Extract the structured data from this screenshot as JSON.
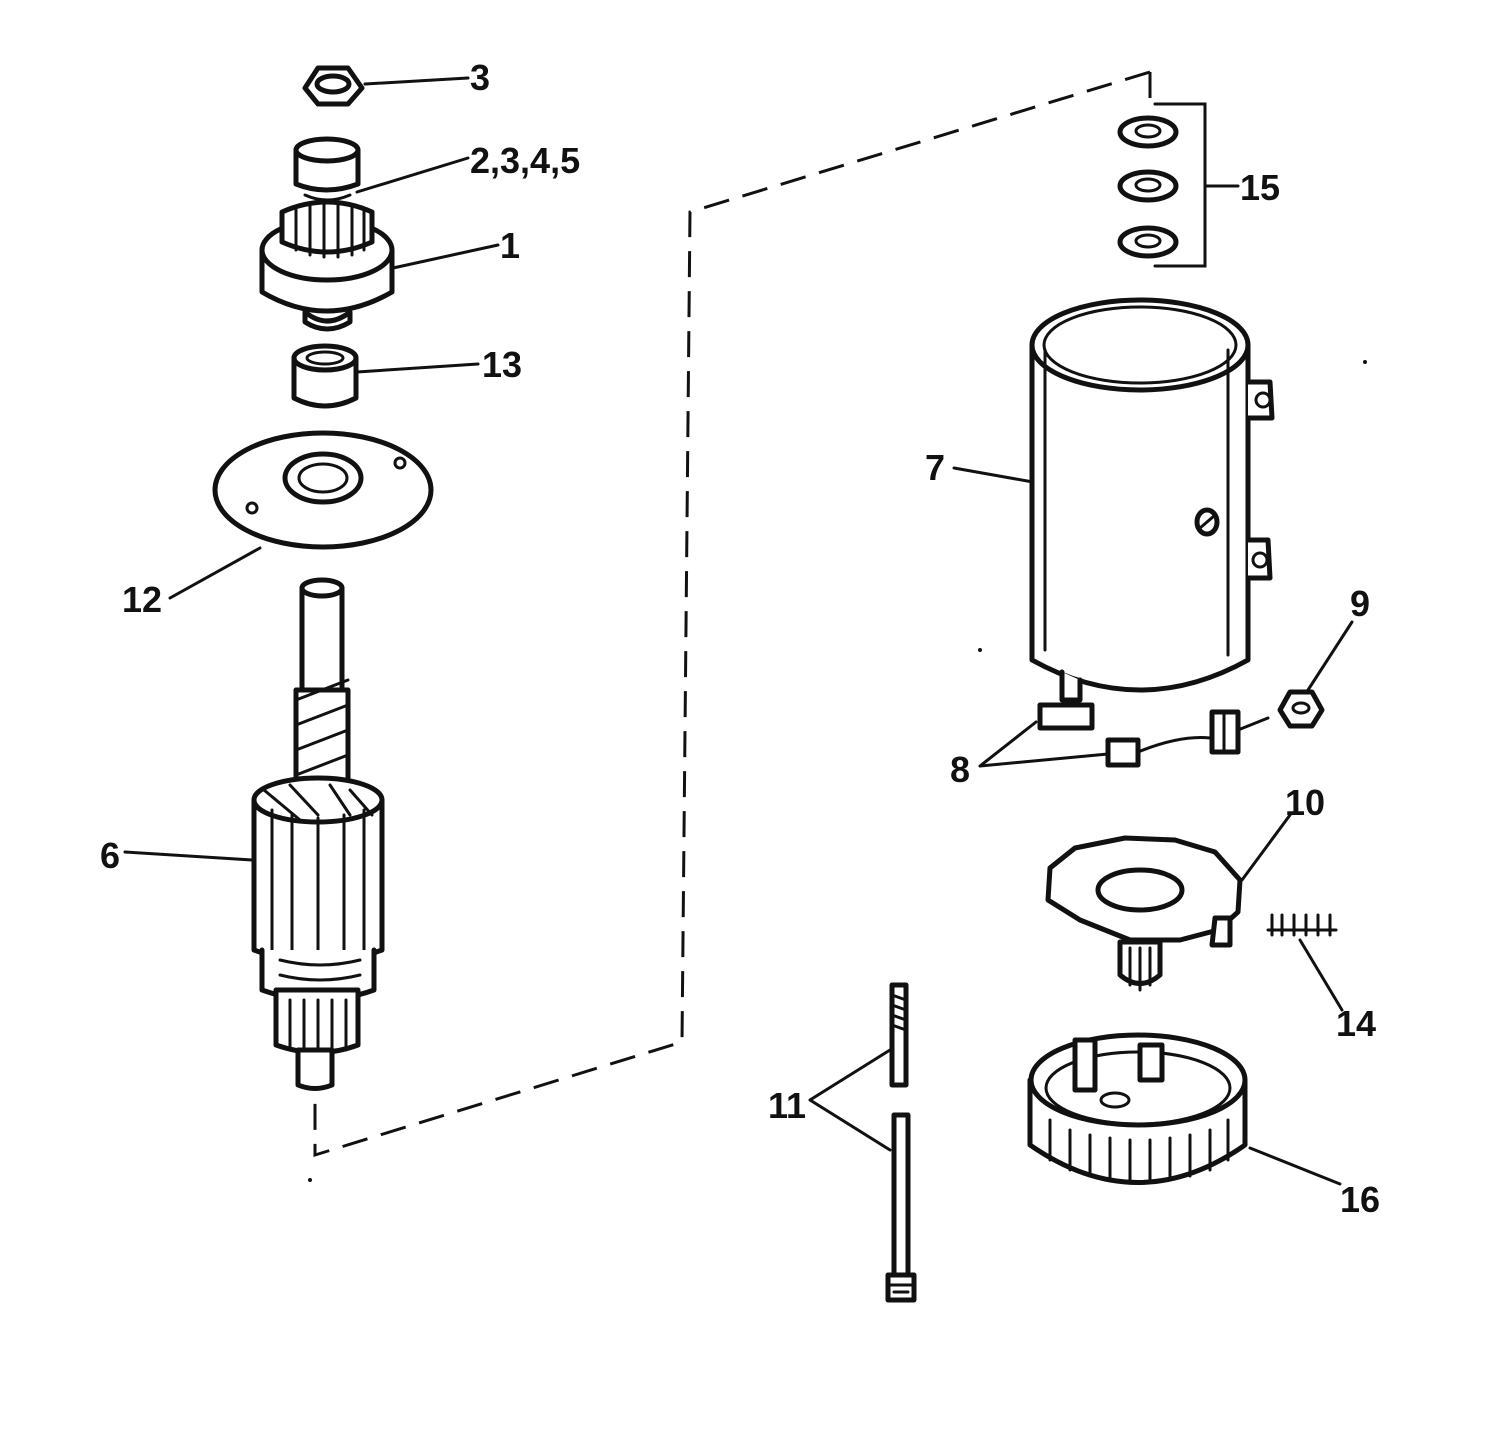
{
  "callouts": {
    "c1": "1",
    "c2345": "2,3,4,5",
    "c3": "3",
    "c6": "6",
    "c7": "7",
    "c8": "8",
    "c9": "9",
    "c10": "10",
    "c11": "11",
    "c12": "12",
    "c13": "13",
    "c14": "14",
    "c15": "15",
    "c16": "16"
  },
  "colors": {
    "ink": "#111111",
    "paper": "#ffffff"
  }
}
